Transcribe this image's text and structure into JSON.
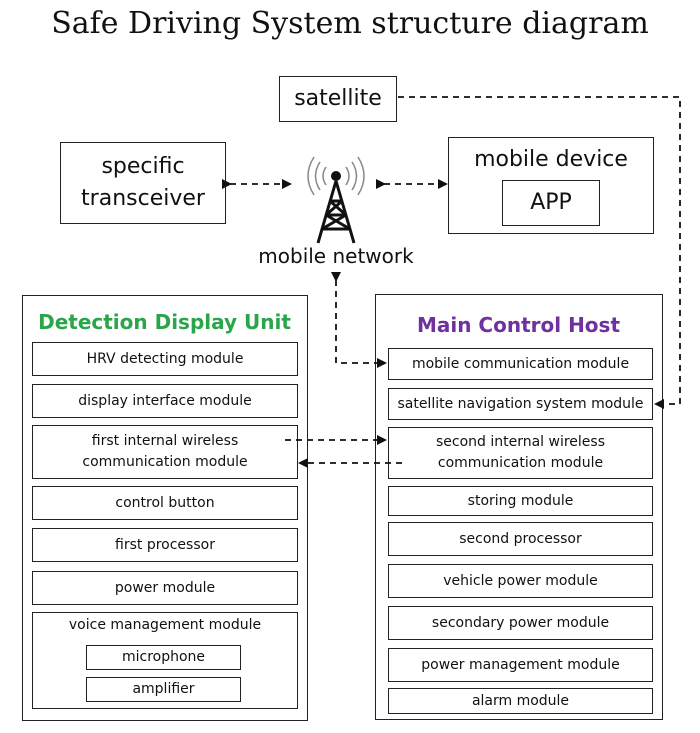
{
  "title": "Safe Driving System structure diagram",
  "satellite": "satellite",
  "specific_transceiver": "specific\ntransceiver",
  "mobile_device": {
    "label": "mobile device",
    "app": "APP"
  },
  "mobile_network": "mobile network",
  "detection_unit": {
    "title": "Detection Display Unit",
    "title_color": "#2aa54a",
    "modules": [
      "HRV detecting module",
      "display interface module",
      "first internal wireless\ncommunication module",
      "control button",
      "first processor",
      "power module",
      "voice management module"
    ],
    "voice_submodules": [
      "microphone",
      "amplifier"
    ]
  },
  "main_host": {
    "title": "Main Control Host",
    "title_color": "#7030a0",
    "modules": [
      "mobile communication module",
      "satellite navigation system module",
      "second internal wireless\ncommunication module",
      "storing module",
      "second processor",
      "vehicle power module",
      "secondary power module",
      "power management module",
      "alarm module"
    ]
  }
}
